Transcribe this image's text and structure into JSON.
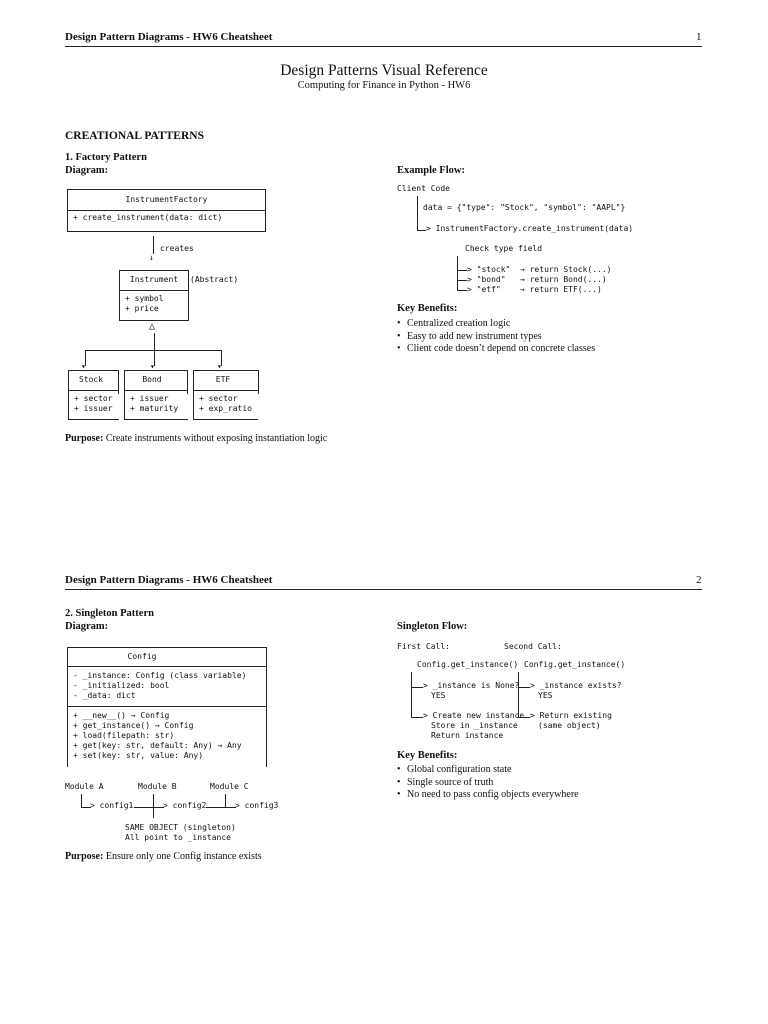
{
  "pages": [
    {
      "running_title": "Design Pattern Diagrams - HW6 Cheatsheet",
      "page_number": "1",
      "title": "Design Patterns Visual Reference",
      "subtitle": "Computing for Finance in Python - HW6",
      "section": "CREATIONAL PATTERNS",
      "pattern_heading": "1. Factory Pattern",
      "diagram_label": "Diagram:",
      "factory_diagram": {
        "factory_name": "InstrumentFactory",
        "factory_method": "+ create_instrument(data: dict)",
        "creates_label": "creates",
        "arrow_down": "↓",
        "instrument_name": "Instrument",
        "abstract_label": "(Abstract)",
        "instrument_attrs": [
          "+ symbol",
          "+ price"
        ],
        "inheritance_symbol": "△",
        "subclasses": [
          {
            "name": "Stock",
            "attrs": [
              "+ sector",
              "+ issuer"
            ]
          },
          {
            "name": "Bond",
            "attrs": [
              "+ issuer",
              "+ maturity"
            ]
          },
          {
            "name": "ETF",
            "attrs": [
              "+ sector",
              "+ exp_ratio"
            ]
          }
        ]
      },
      "example_flow_label": "Example Flow:",
      "example_flow": {
        "client": "Client Code",
        "data_line": "data = {\"type\": \"Stock\", \"symbol\": \"AAPL\"}",
        "call_line": "> InstrumentFactory.create_instrument(data)",
        "check_line": "Check type field",
        "cases": [
          "> \"stock\"  → return Stock(...)",
          "> \"bond\"   → return Bond(...)",
          "> \"etf\"    → return ETF(...)"
        ]
      },
      "key_benefits_label": "Key Benefits:",
      "key_benefits": [
        "Centralized creation logic",
        "Easy to add new instrument types",
        "Client code doesn’t depend on concrete classes"
      ],
      "purpose_label": "Purpose:",
      "purpose_text": "Create instruments without exposing instantiation logic"
    },
    {
      "running_title": "Design Pattern Diagrams - HW6 Cheatsheet",
      "page_number": "2",
      "pattern_heading": "2. Singleton Pattern",
      "diagram_label": "Diagram:",
      "config_diagram": {
        "class_name": "Config",
        "attributes": [
          "- _instance: Config (class variable)",
          "- _initialized: bool",
          "- _data: dict"
        ],
        "methods": [
          "+ __new__() → Config",
          "+ get_instance() → Config",
          "+ load(filepath: str)",
          "+ get(key: str, default: Any) → Any",
          "+ set(key: str, value: Any)"
        ],
        "modules": [
          "Module A",
          "Module B",
          "Module C"
        ],
        "configs": [
          "> config1",
          "> config2",
          "> config3"
        ],
        "note": [
          "SAME OBJECT (singleton)",
          "All point to _instance"
        ]
      },
      "singleton_flow_label": "Singleton Flow:",
      "singleton_flow": {
        "first_call": "First Call:",
        "second_call": "Second Call:",
        "first_invoke": "Config.get_instance()",
        "second_invoke": "Config.get_instance()",
        "first_check": [
          "> _instance is None?",
          "YES"
        ],
        "second_check": [
          "> _instance exists?",
          "YES"
        ],
        "first_result": [
          "> Create new instance",
          "Store in _instance",
          "Return instance"
        ],
        "second_result": [
          "> Return existing",
          "(same object)"
        ]
      },
      "key_benefits_label": "Key Benefits:",
      "key_benefits": [
        "Global configuration state",
        "Single source of truth",
        "No need to pass config objects everywhere"
      ],
      "purpose_label": "Purpose:",
      "purpose_text": "Ensure only one Config instance exists"
    }
  ]
}
